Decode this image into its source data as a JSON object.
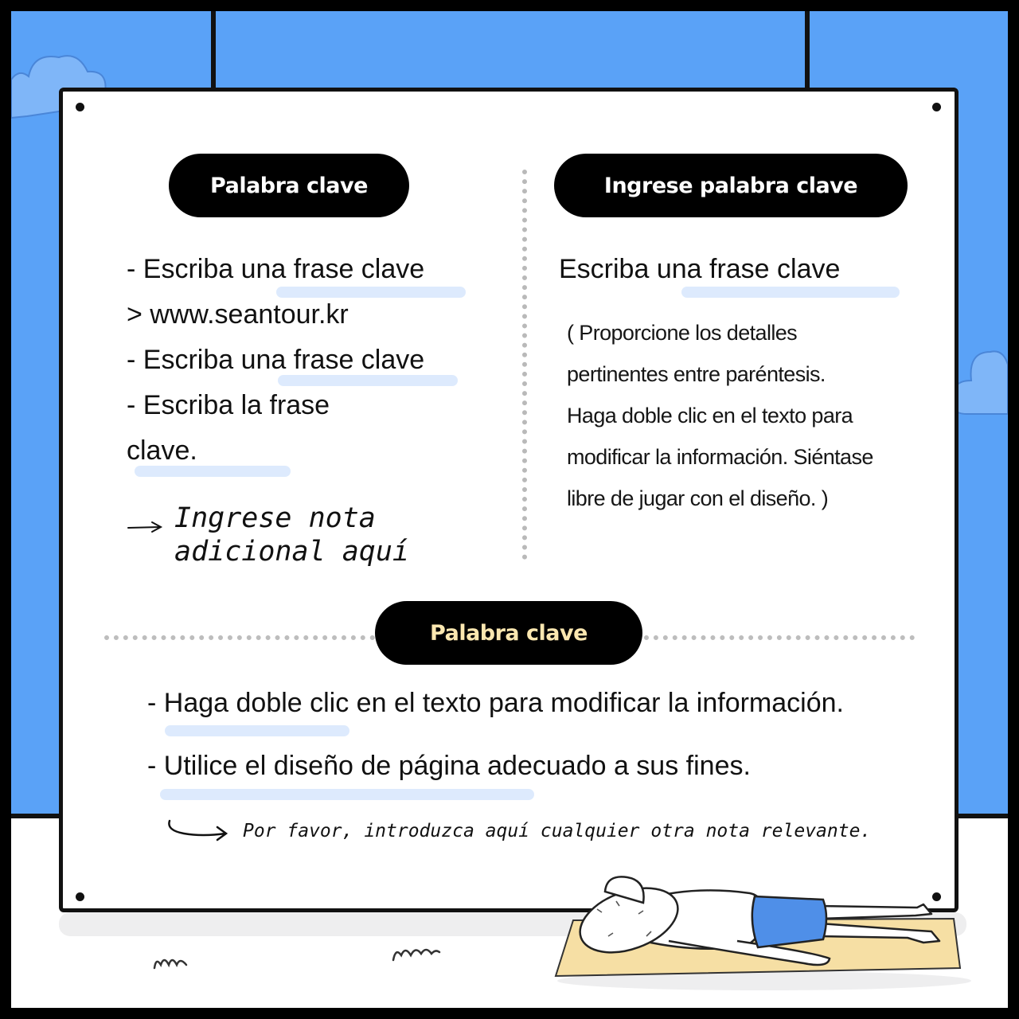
{
  "left_section": {
    "pill": "Palabra clave",
    "lines": [
      "- Escriba una frase clave",
      "> www.seantour.kr",
      "- Escriba una frase clave",
      "- Escriba la frase",
      "clave."
    ],
    "note_line1": "Ingrese nota",
    "note_line2": "adicional aquí"
  },
  "right_section": {
    "pill": "Ingrese palabra clave",
    "heading": "Escriba una frase clave",
    "details": [
      "( Proporcione los detalles",
      "pertinentes entre paréntesis.",
      "Haga doble clic en el texto para",
      "modificar la información. Siéntase",
      "libre de jugar con el diseño. )"
    ]
  },
  "bottom_section": {
    "pill": "Palabra clave",
    "lines": [
      "- Haga doble clic en el texto para modificar la información.",
      "- Utilice el diseño de página adecuado a sus fines."
    ],
    "note": "Por favor, introduzca aquí cualquier otra nota relevante."
  },
  "colors": {
    "sky": "#5aa2f7",
    "highlight": "#dbe9fd",
    "pill": "#000000",
    "pill_text_cream": "#fbe7b0",
    "shorts": "#4f8fe8",
    "towel": "#f6dfa4"
  },
  "icons": [
    "cloud-icon",
    "arrow-right-icon",
    "curved-arrow-icon",
    "grass-tuft-icon",
    "sunbather-illustration"
  ]
}
